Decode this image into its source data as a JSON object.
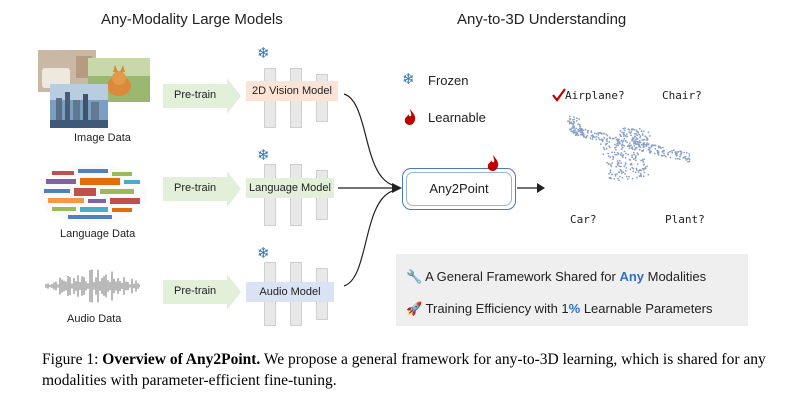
{
  "headings": {
    "left": "Any-Modality Large Models",
    "right": "Any-to-3D Understanding"
  },
  "data_labels": {
    "image": "Image Data",
    "language": "Language Data",
    "audio": "Audio Data"
  },
  "pretrain_label": "Pre-train",
  "models": {
    "vision": "2D Vision Model",
    "language": "Language Model",
    "audio": "Audio Model"
  },
  "legend": {
    "frozen": "Frozen",
    "learnable": "Learnable"
  },
  "center_box": "Any2Point",
  "point_cloud_labels": {
    "airplane": "Airplane?",
    "chair": "Chair?",
    "car": "Car?",
    "plant": "Plant?"
  },
  "info": {
    "line1_prefix": "A General Framework Shared for ",
    "line1_accent": "Any",
    "line1_suffix": " Modalities",
    "line2_prefix": "Training Efficiency with 1",
    "line2_accent": "%",
    "line2_suffix": " Learnable Parameters"
  },
  "caption": {
    "figure": "Figure 1:",
    "bold": "Overview of Any2Point.",
    "text": " We propose a general framework for any-to-3D learning, which is shared for any modalities with parameter-efficient fine-tuning."
  },
  "colors": {
    "vision_box": "#fbe3d6",
    "language_box": "#e2efd9",
    "audio_box": "#dae3f3",
    "pretrain_arrow": "#e2efd9",
    "snowflake": "#2e75b6",
    "flame": "#c00000",
    "accent": "#2f72c4",
    "check": "#c00000"
  },
  "icons": [
    "snowflake-icon",
    "flame-icon",
    "wrench-icon",
    "rocket-icon",
    "check-icon"
  ]
}
